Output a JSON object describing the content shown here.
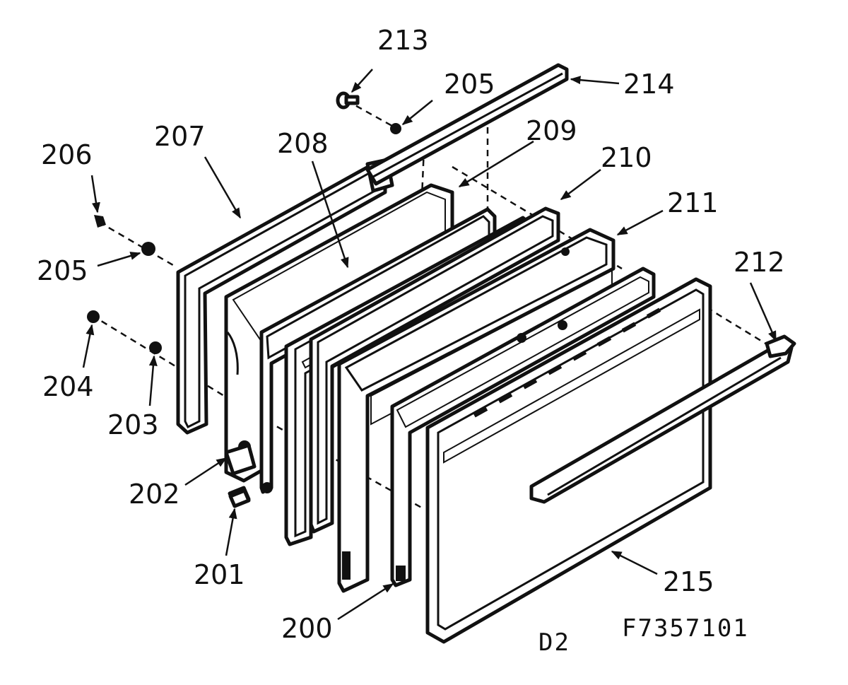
{
  "diagram": {
    "view_code": "D2",
    "figure_number": "F7357101",
    "callouts": [
      {
        "id": "200",
        "text": "200"
      },
      {
        "id": "201",
        "text": "201"
      },
      {
        "id": "202",
        "text": "202"
      },
      {
        "id": "203",
        "text": "203"
      },
      {
        "id": "204",
        "text": "204"
      },
      {
        "id": "205a",
        "text": "205"
      },
      {
        "id": "205b",
        "text": "205"
      },
      {
        "id": "206",
        "text": "206"
      },
      {
        "id": "207",
        "text": "207"
      },
      {
        "id": "208",
        "text": "208"
      },
      {
        "id": "209",
        "text": "209"
      },
      {
        "id": "210",
        "text": "210"
      },
      {
        "id": "211",
        "text": "211"
      },
      {
        "id": "212",
        "text": "212"
      },
      {
        "id": "213",
        "text": "213"
      },
      {
        "id": "214",
        "text": "214"
      },
      {
        "id": "215",
        "text": "215"
      }
    ]
  }
}
